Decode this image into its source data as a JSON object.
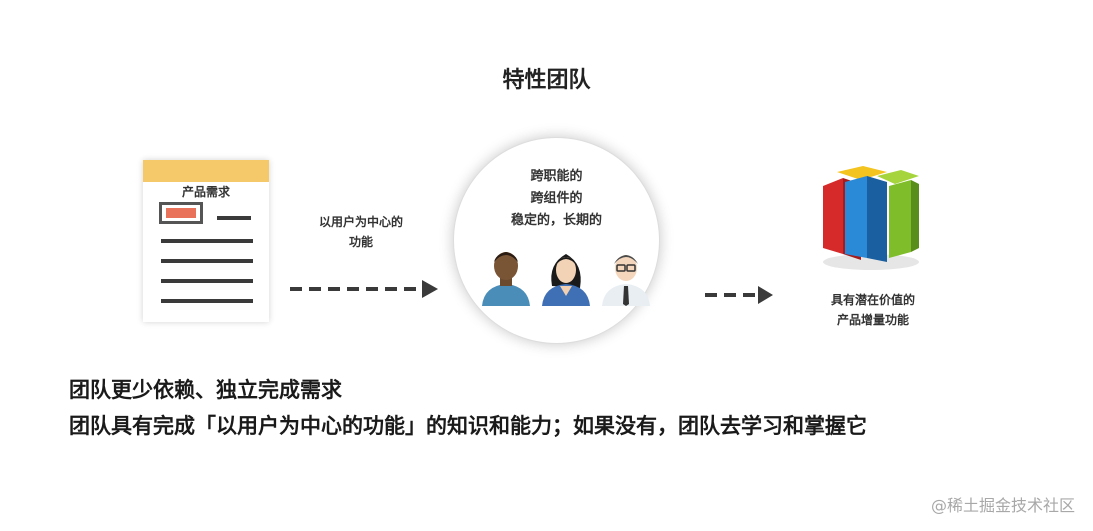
{
  "title": "特性团队",
  "document": {
    "label": "产品需求"
  },
  "flow": {
    "arrow1_label": [
      "以用户为中心的",
      "功能"
    ]
  },
  "team_circle": {
    "lines": [
      "跨职能的",
      "跨组件的",
      "稳定的，长期的"
    ]
  },
  "result": {
    "label": [
      "具有潜在价值的",
      "产品增量功能"
    ]
  },
  "statements": [
    "团队更少依赖、独立完成需求",
    "团队具有完成「以用户为中心的功能」的知识和能力；如果没有，团队去学习和掌握它"
  ],
  "watermark": "@稀土掘金技术社区",
  "icons": [
    "document-icon",
    "dashed-arrow-icon",
    "person-icon",
    "cube-stack-icon"
  ],
  "colors": {
    "doc_band": "#f5c96a",
    "doc_highlight": "#e8735a",
    "person_shirt": "#4a8db8"
  }
}
